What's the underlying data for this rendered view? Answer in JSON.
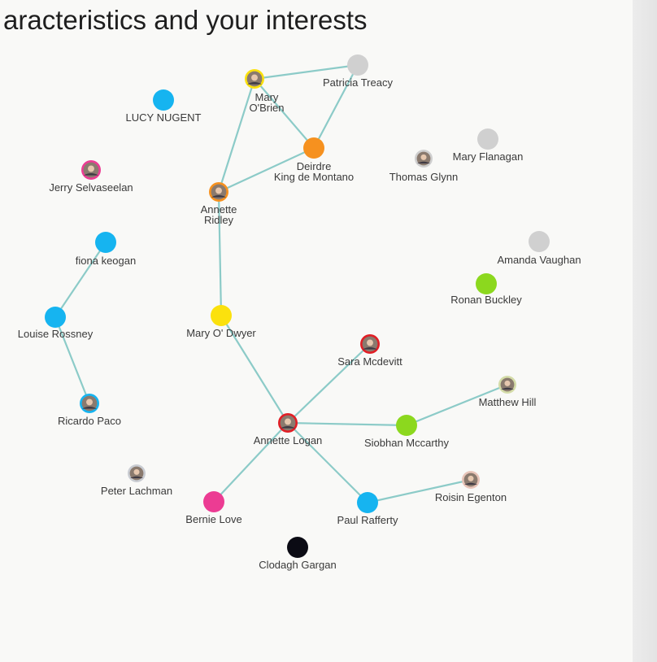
{
  "header": {
    "title": "aracteristics and your interests"
  },
  "colors": {
    "background": "#f9f9f7",
    "edge": "#8ccbc8",
    "blue": "#16b4f0",
    "orange": "#f6911f",
    "yellow": "#fbe10d",
    "green": "#8cd81e",
    "pink": "#ec3c93",
    "black": "#0b0b14",
    "grey": "#d0d0d0",
    "red_ring": "#e01f26"
  },
  "nodes": [
    {
      "id": "mary-obrien",
      "label": [
        "Mary",
        "O'Brien"
      ],
      "kind": "photo",
      "ring": "#fbe10d",
      "icon": "person-photo"
    },
    {
      "id": "patricia-treacy",
      "label": [
        "Patricia Treacy"
      ],
      "kind": "dot",
      "color": "#d0d0d0"
    },
    {
      "id": "lucy-nugent",
      "label": [
        "LUCY NUGENT"
      ],
      "kind": "dot",
      "color": "#16b4f0"
    },
    {
      "id": "deirdre",
      "label": [
        "Deirdre",
        "King de Montano"
      ],
      "kind": "dot",
      "color": "#f6911f"
    },
    {
      "id": "mary-flanagan",
      "label": [
        "Mary Flanagan"
      ],
      "kind": "dot",
      "color": "#d0d0d0"
    },
    {
      "id": "thomas-glynn",
      "label": [
        "Thomas Glynn"
      ],
      "kind": "photo",
      "ring": "#cfcfcf",
      "icon": "person-photo"
    },
    {
      "id": "jerry",
      "label": [
        "Jerry Selvaseelan"
      ],
      "kind": "photo",
      "ring": "#ec3c93",
      "icon": "person-photo"
    },
    {
      "id": "annette-ridley",
      "label": [
        "Annette",
        "Ridley"
      ],
      "kind": "photo",
      "ring": "#f6911f",
      "icon": "person-photo"
    },
    {
      "id": "fiona-keogan",
      "label": [
        "fiona keogan"
      ],
      "kind": "dot",
      "color": "#16b4f0"
    },
    {
      "id": "amanda-vaughan",
      "label": [
        "Amanda Vaughan"
      ],
      "kind": "dot",
      "color": "#d0d0d0"
    },
    {
      "id": "ronan-buckley",
      "label": [
        "Ronan Buckley"
      ],
      "kind": "dot",
      "color": "#8cd81e"
    },
    {
      "id": "louise-rossney",
      "label": [
        "Louise Rossney"
      ],
      "kind": "dot",
      "color": "#16b4f0"
    },
    {
      "id": "mary-odwyer",
      "label": [
        "Mary O' Dwyer"
      ],
      "kind": "dot",
      "color": "#fbe10d"
    },
    {
      "id": "sara-mcdevitt",
      "label": [
        "Sara Mcdevitt"
      ],
      "kind": "photo",
      "ring": "#e01f26",
      "icon": "person-photo"
    },
    {
      "id": "matthew-hill",
      "label": [
        "Matthew Hill"
      ],
      "kind": "photo",
      "ring": "#d4dca8",
      "icon": "person-photo"
    },
    {
      "id": "ricardo-paco",
      "label": [
        "Ricardo Paco"
      ],
      "kind": "photo",
      "ring": "#16b4f0",
      "icon": "person-photo"
    },
    {
      "id": "annette-logan",
      "label": [
        "Annette Logan"
      ],
      "kind": "photo",
      "ring": "#e01f26",
      "icon": "person-photo"
    },
    {
      "id": "siobhan",
      "label": [
        "Siobhan Mccarthy"
      ],
      "kind": "dot",
      "color": "#8cd81e"
    },
    {
      "id": "peter-lachman",
      "label": [
        "Peter Lachman"
      ],
      "kind": "photo",
      "ring": "#c9ccd2",
      "icon": "person-photo"
    },
    {
      "id": "roisin",
      "label": [
        "Roisin Egenton"
      ],
      "kind": "photo",
      "ring": "#e8c4b8",
      "icon": "person-photo"
    },
    {
      "id": "bernie-love",
      "label": [
        "Bernie Love"
      ],
      "kind": "dot",
      "color": "#ec3c93"
    },
    {
      "id": "paul-rafferty",
      "label": [
        "Paul Rafferty"
      ],
      "kind": "dot",
      "color": "#16b4f0"
    },
    {
      "id": "clodagh",
      "label": [
        "Clodagh Gargan"
      ],
      "kind": "dot",
      "color": "#0b0b14"
    }
  ],
  "edges": [
    [
      "mary-obrien",
      "patricia-treacy"
    ],
    [
      "mary-obrien",
      "deirdre"
    ],
    [
      "mary-obrien",
      "annette-ridley"
    ],
    [
      "patricia-treacy",
      "deirdre"
    ],
    [
      "deirdre",
      "annette-ridley"
    ],
    [
      "annette-ridley",
      "mary-odwyer"
    ],
    [
      "mary-odwyer",
      "annette-logan"
    ],
    [
      "fiona-keogan",
      "louise-rossney"
    ],
    [
      "louise-rossney",
      "ricardo-paco"
    ],
    [
      "annette-logan",
      "sara-mcdevitt"
    ],
    [
      "annette-logan",
      "siobhan"
    ],
    [
      "siobhan",
      "matthew-hill"
    ],
    [
      "annette-logan",
      "bernie-love"
    ],
    [
      "annette-logan",
      "paul-rafferty"
    ],
    [
      "paul-rafferty",
      "roisin"
    ]
  ]
}
